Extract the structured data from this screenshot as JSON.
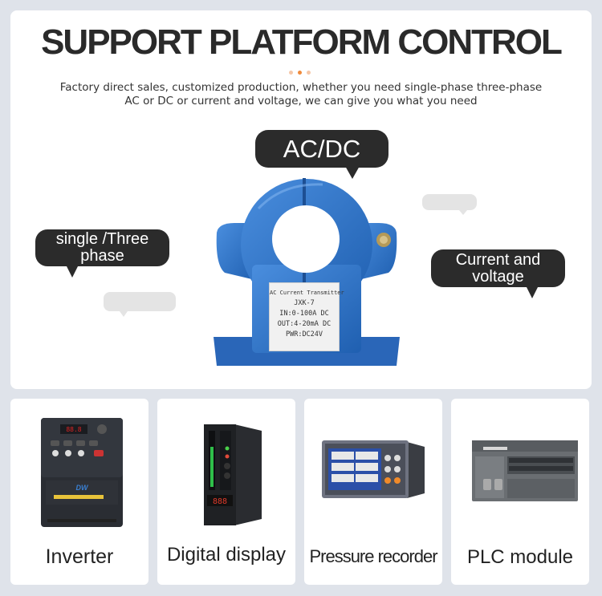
{
  "header": {
    "title": "SUPPORT PLATFORM CONTROL",
    "subtitle_line1": "Factory direct sales, customized production, whether you need single-phase three-phase",
    "subtitle_line2": "AC or DC or current and voltage, we can give you what you need",
    "dot_colors": [
      "#f5c7a8",
      "#f08a3c",
      "#f5c7a8"
    ]
  },
  "bubbles": {
    "acdc": "AC/DC",
    "phase_line1": "single /Three",
    "phase_line2": "phase",
    "current_line1": "Current and",
    "current_line2": "voltage"
  },
  "product": {
    "label_lines": [
      "AC Current Transmitter",
      "JXK-7",
      "IN:0-100A  DC",
      "OUT:4-20mA DC",
      "PWR:DC24V"
    ],
    "body_color": "#2f74c7"
  },
  "applications": [
    {
      "caption": "Inverter",
      "icon": "inverter-icon",
      "brand": "DW"
    },
    {
      "caption": "Digital display",
      "icon": "digital-display-icon"
    },
    {
      "caption": "Pressure recorder",
      "icon": "pressure-recorder-icon"
    },
    {
      "caption": "PLC module",
      "icon": "plc-module-icon"
    }
  ]
}
